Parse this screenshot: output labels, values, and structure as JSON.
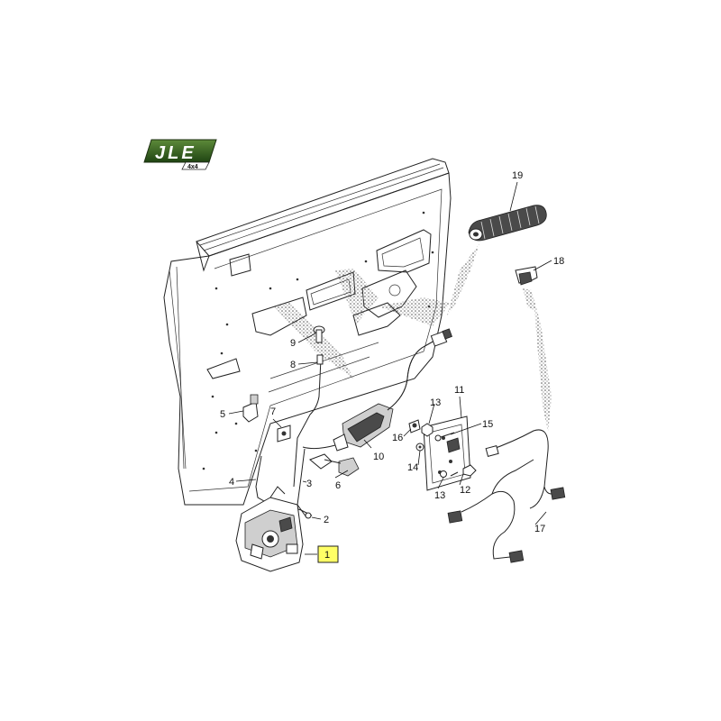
{
  "logo": {
    "text": "JLE",
    "subtext": "4x4",
    "color": "#2e5a1c"
  },
  "highlight_color": "#ffff66",
  "callouts": {
    "c1": "1",
    "c2": "2",
    "c3": "3",
    "c4": "4",
    "c5": "5",
    "c6": "6",
    "c7": "7",
    "c8": "8",
    "c9": "9",
    "c10": "10",
    "c11": "11",
    "c12": "12",
    "c13a": "13",
    "c13b": "13",
    "c14": "14",
    "c15": "15",
    "c16": "16",
    "c17": "17",
    "c18": "18",
    "c19": "19"
  },
  "highlighted_callout": "1"
}
